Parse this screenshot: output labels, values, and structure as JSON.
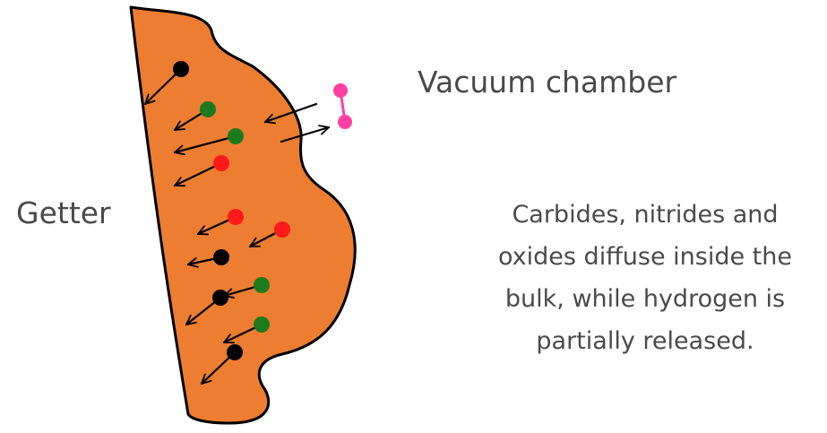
{
  "labels": {
    "vacuum_chamber": "Vacuum chamber",
    "getter": "Getter",
    "description": "Carbides, nitrides and oxides diffuse inside the bulk, while hydrogen is partially released."
  },
  "colors": {
    "getter_fill": "#ED7D31",
    "outline": "#000000",
    "carbide_particle": "#000000",
    "nitride_particle": "#1E7A1E",
    "oxide_particle": "#FF1A1A",
    "hydrogen_molecule": "#FF3FA4",
    "text": "#4A4A4A"
  },
  "particles": [
    {
      "kind": "carbide",
      "color": "#000000"
    },
    {
      "kind": "nitride",
      "color": "#1E7A1E"
    },
    {
      "kind": "nitride",
      "color": "#1E7A1E"
    },
    {
      "kind": "oxide",
      "color": "#FF1A1A"
    },
    {
      "kind": "oxide",
      "color": "#FF1A1A"
    },
    {
      "kind": "oxide",
      "color": "#FF1A1A"
    },
    {
      "kind": "carbide",
      "color": "#000000"
    },
    {
      "kind": "carbide",
      "color": "#000000"
    },
    {
      "kind": "nitride",
      "color": "#1E7A1E"
    },
    {
      "kind": "nitride",
      "color": "#1E7A1E"
    },
    {
      "kind": "carbide",
      "color": "#000000"
    }
  ]
}
